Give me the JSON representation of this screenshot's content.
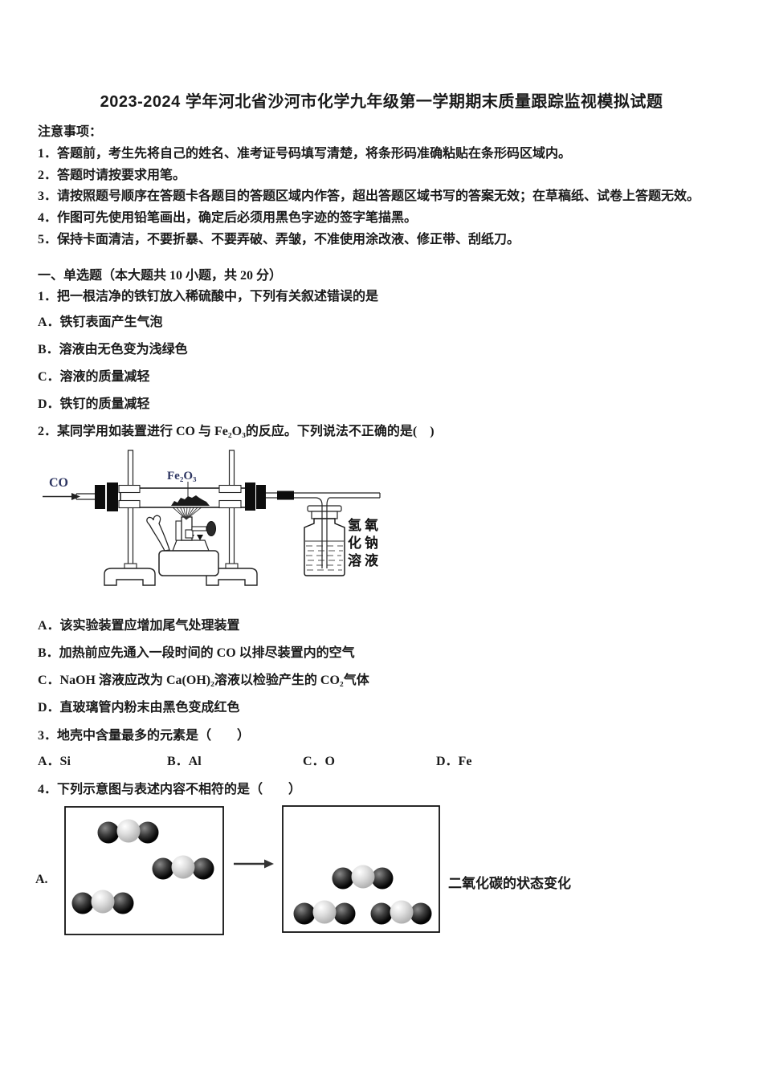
{
  "title": "2023-2024 学年河北省沙河市化学九年级第一学期期末质量跟踪监视模拟试题",
  "notice": {
    "heading": "注意事项：",
    "items": [
      "1．答题前，考生先将自己的姓名、准考证号码填写清楚，将条形码准确粘贴在条形码区域内。",
      "2．答题时请按要求用笔。",
      "3．请按照题号顺序在答题卡各题目的答题区域内作答，超出答题区域书写的答案无效；在草稿纸、试卷上答题无效。",
      "4．作图可先使用铅笔画出，确定后必须用黑色字迹的签字笔描黑。",
      "5．保持卡面清洁，不要折暴、不要弄破、弄皱，不准使用涂改液、修正带、刮纸刀。"
    ]
  },
  "section_heading": "一、单选题（本大题共 10 小题，共 20 分）",
  "q1": {
    "stem": "1．把一根洁净的铁钉放入稀硫酸中，下列有关叙述错误的是",
    "options": [
      "A．铁钉表面产生气泡",
      "B．溶液由无色变为浅绿色",
      "C．溶液的质量减轻",
      "D．铁钉的质量减轻"
    ]
  },
  "q2": {
    "stem": "2．某同学用如装置进行 CO 与 Fe₂O₃的反应。下列说法不正确的是(　)",
    "options": [
      "A．该实验装置应增加尾气处理装置",
      "B．加热前应先通入一段时间的 CO 以排尽装置内的空气",
      "C．NaOH 溶液应改为 Ca(OH)₂溶液以检验产生的 CO₂气体",
      "D．直玻璃管内粉末由黑色变成红色"
    ]
  },
  "q3": {
    "stem": "3．地壳中含量最多的元素是（　　）",
    "options": [
      "A．Si",
      "B．Al",
      "C．O",
      "D．Fe"
    ]
  },
  "q4": {
    "stem": "4．下列示意图与表述内容不相符的是（　　）",
    "option_label": "A.",
    "caption": "二氧化碳的状态变化"
  },
  "apparatus": {
    "gas_label": "CO",
    "solid_label": "Fe₂O₃",
    "bottle_label": [
      "氢氧",
      "化钠",
      "溶液"
    ]
  },
  "figure_colors": {
    "text": "#1a1a1a",
    "diagram_label_blue": "#2d3561",
    "molecule_dark": "#0f0f0f",
    "molecule_light": "#c9c9c9",
    "line": "#1c1c1c"
  }
}
